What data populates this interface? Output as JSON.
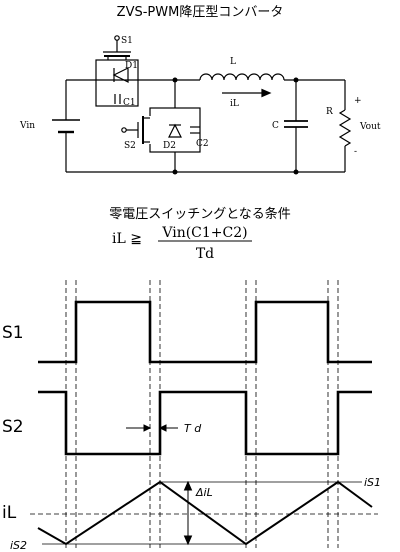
{
  "title": "ZVS-PWM降圧型コンバータ",
  "circuit": {
    "s1": "S1",
    "d1": "D1",
    "c1": "C1",
    "s2": "S2",
    "d2": "D2",
    "c2": "C2",
    "inductor": "L",
    "current": "iL",
    "vin": "Vin",
    "cap": "C",
    "resistor": "R",
    "vout": "Vout",
    "plus": "+",
    "minus": "-"
  },
  "condition": {
    "heading": "零電圧スイッチングとなる条件",
    "lhs": "iL ≧",
    "numerator": "Vin(C1+C2)",
    "denominator": "Td"
  },
  "waveforms": {
    "s1_label": "S1",
    "s2_label": "S2",
    "il_label": "iL",
    "td_label": "T d",
    "delta_il_label": "ΔiL",
    "is1_label": "iS1",
    "is2_label": "iS2"
  }
}
